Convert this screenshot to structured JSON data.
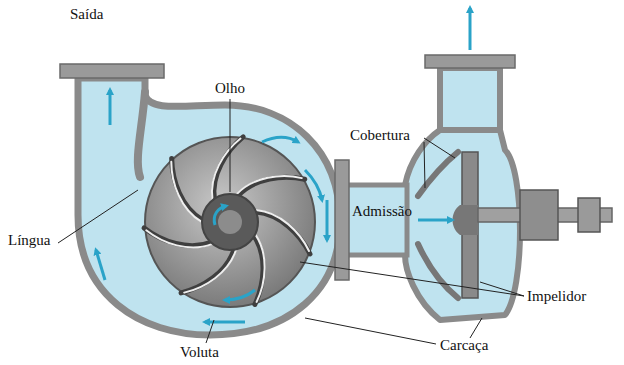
{
  "diagram": {
    "labels": [
      "Saída",
      "Olho",
      "Língua",
      "Voluta",
      "Impelidor",
      "Carcaça",
      "Cobertura",
      "Admissão"
    ]
  }
}
